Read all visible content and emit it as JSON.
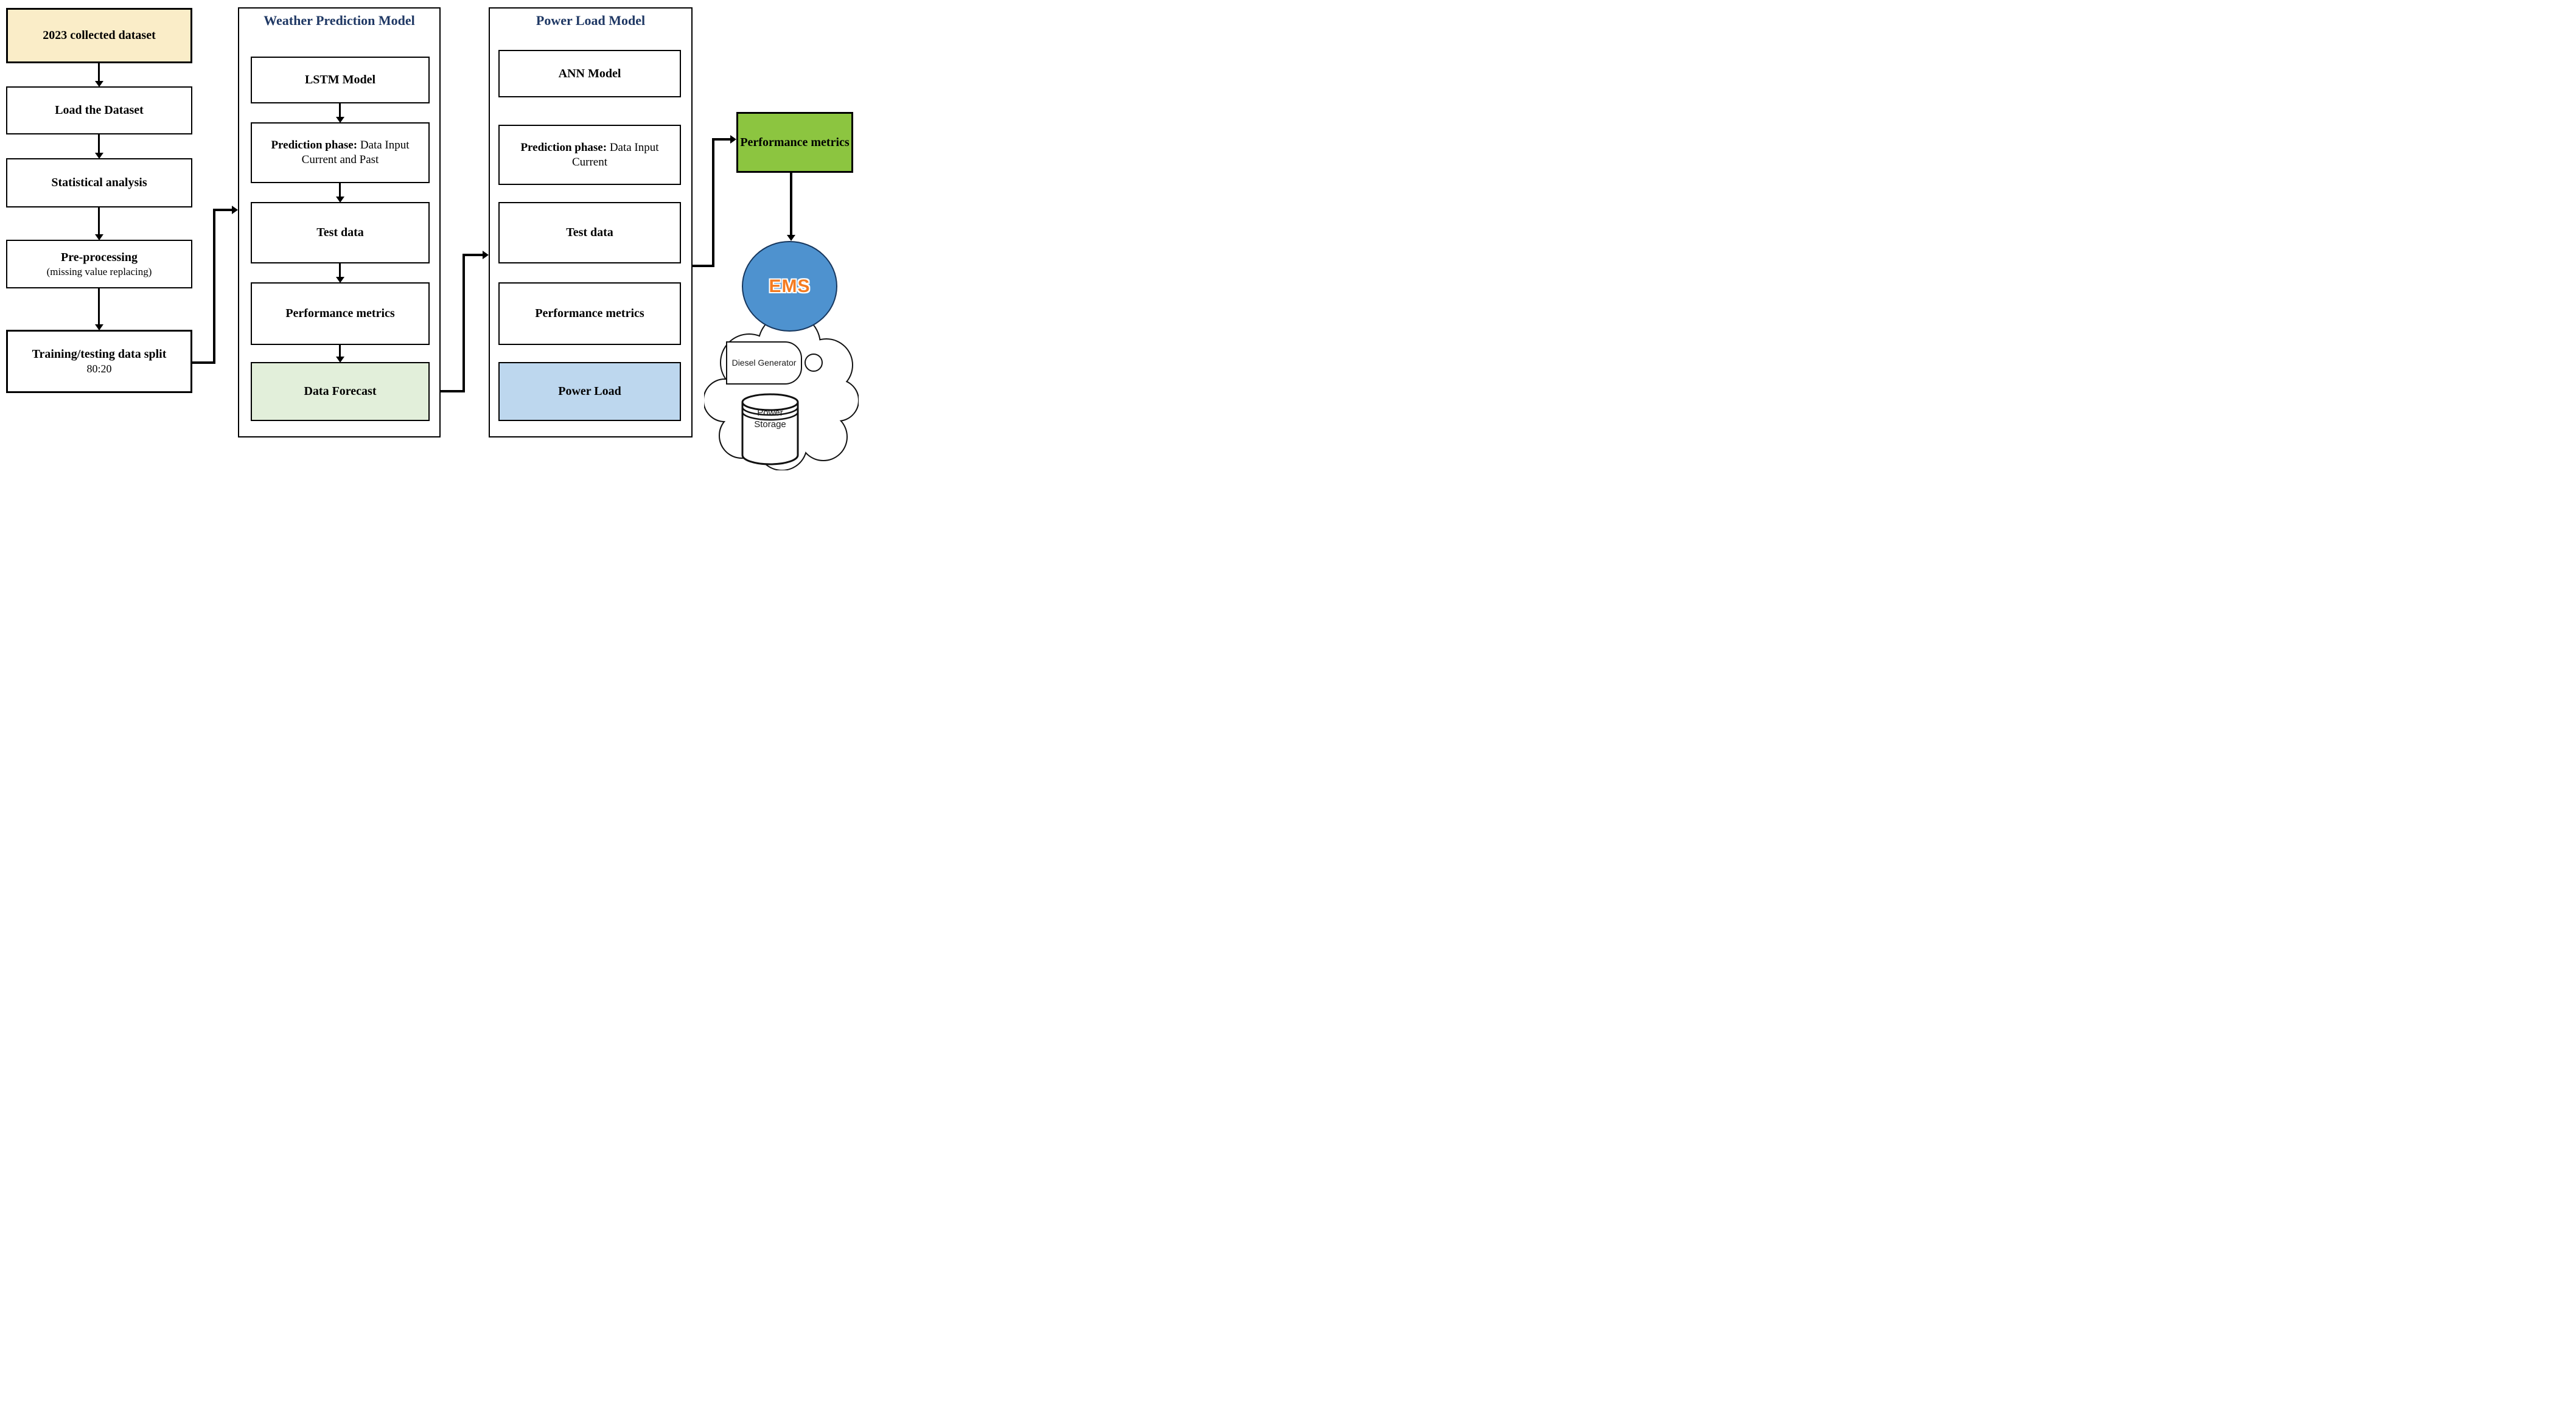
{
  "diagram": {
    "left_column": {
      "boxes": [
        {
          "label": "2023 collected dataset"
        },
        {
          "label": "Load the Dataset"
        },
        {
          "label": "Statistical analysis"
        },
        {
          "label": "Pre-processing",
          "sublabel": "(missing value replacing)"
        },
        {
          "label": "Training/testing data split",
          "sublabel": "80:20"
        }
      ]
    },
    "weather_model": {
      "title": "Weather Prediction Model",
      "boxes": [
        {
          "label": "LSTM Model"
        },
        {
          "label_bold": "Prediction phase:",
          "label_rest": " Data Input Current and Past"
        },
        {
          "label": "Test data"
        },
        {
          "label": "Performance metrics"
        },
        {
          "label": "Data Forecast"
        }
      ]
    },
    "power_model": {
      "title": "Power Load Model",
      "boxes": [
        {
          "label": "ANN Model"
        },
        {
          "label_bold": "Prediction phase:",
          "label_rest": " Data Input Current"
        },
        {
          "label": "Test data"
        },
        {
          "label": "Performance metrics"
        },
        {
          "label": "Power Load"
        }
      ]
    },
    "output": {
      "performance_box": "Performance metrics",
      "ems_label": "EMS",
      "cloud": {
        "diesel_generator": "Diesel Generator",
        "power_storage": "Power Storage"
      }
    },
    "colors": {
      "dataset_box": "#FAEDC8",
      "forecast_box": "#E2EFDA",
      "power_load_box": "#BDD7EE",
      "metrics_box": "#8CC540",
      "ems_circle": "#4E92CF",
      "ems_text": "#F47B20",
      "model_title": "#1F3864",
      "line": "#000000"
    }
  }
}
